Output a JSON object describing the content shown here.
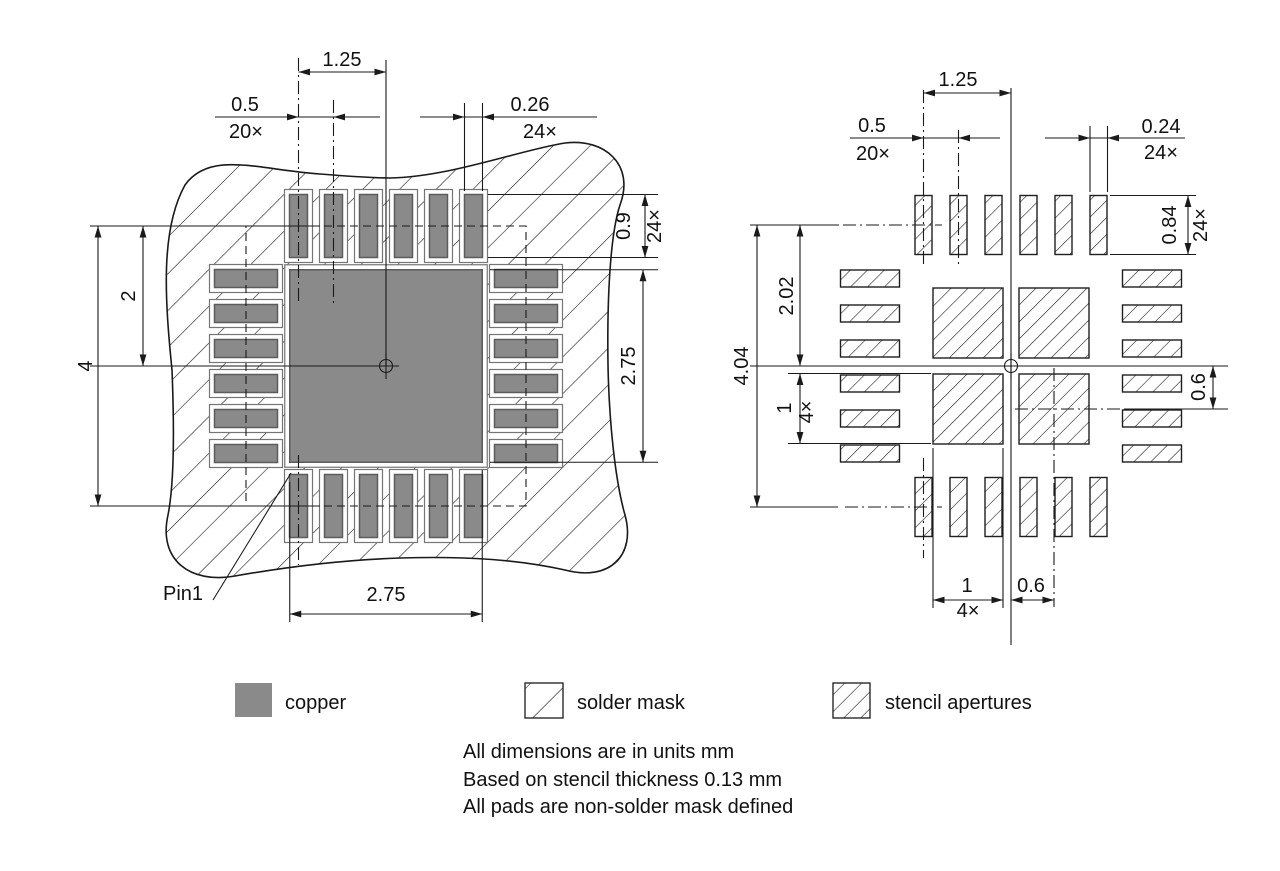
{
  "left_view": {
    "description": "copper and solder mask land pattern",
    "pin1_label": "Pin1",
    "dims": {
      "pitch_span": "1.25",
      "pitch": "0.5",
      "pitch_count": "20×",
      "pad_width": "0.26",
      "pad_width_count": "24×",
      "pad_length": "0.9",
      "pad_length_count": "24×",
      "center_pad_height": "2.75",
      "center_pad_width": "2.75",
      "half_span": "2",
      "full_span": "4"
    }
  },
  "right_view": {
    "description": "stencil aperture pattern",
    "dims": {
      "pitch_span": "1.25",
      "pitch": "0.5",
      "pitch_count": "20×",
      "aperture_width": "0.24",
      "aperture_width_count": "24×",
      "aperture_length": "0.84",
      "aperture_length_count": "24×",
      "full_span": "4.04",
      "half_span": "2.02",
      "thermal_square_v": "1",
      "thermal_square_v_count": "4×",
      "thermal_offset_v": "0.6",
      "thermal_square_h": "1",
      "thermal_square_h_count": "4×",
      "thermal_offset_h": "0.6"
    }
  },
  "legend": {
    "copper": "copper",
    "solder_mask": "solder mask",
    "stencil_apertures": "stencil apertures"
  },
  "notes": [
    "All dimensions are in units mm",
    "Based on stencil thickness 0.13 mm",
    "All pads are non-solder mask defined"
  ],
  "colors": {
    "copper": "#8a8a8a",
    "line": "#1a1a1a",
    "background": "#ffffff"
  }
}
